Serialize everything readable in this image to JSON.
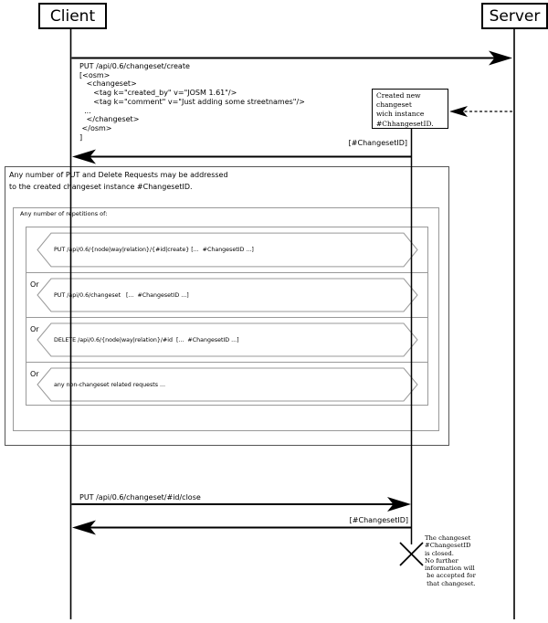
{
  "actors": {
    "client": "Client",
    "server": "Server"
  },
  "messages": {
    "create_request": "PUT /api/0.6/changeset/create\n[<osm>\n   <changeset>\n      <tag k=\"created_by\" v=\"JOSM 1.61\"/>\n      <tag k=\"comment\" v=\"Just adding some streetnames\"/>\n  ...\n   </changeset>\n </osm>\n]",
    "create_response_label": "[#ChangesetID]",
    "close_request": "PUT /api/0.6/changeset/#id/close",
    "close_response_label": "[#ChangesetID]"
  },
  "notes": {
    "created_note": "Created new\nchangeset\nwich instance\n#ChhangesetID.",
    "closed_note": "The changeset\n#ChangesetID\nis closed.\nNo further\ninformation will\n be accepted for\n that changeset."
  },
  "fragment": {
    "title": "Any number of PUT and Delete Requests may be addressed\nto the created changeset instance #ChangesetID.",
    "repetition_label": "Any number of repetitions of:",
    "rows": [
      {
        "or_label": "",
        "message": "PUT /api/0.6/{node|way|relation}/{#id|create} [...  #ChangesetID ...]"
      },
      {
        "or_label": "Or",
        "message": "PUT /api/0.6/changeset   [...  #ChangesetID ...]"
      },
      {
        "or_label": "Or",
        "message": "DELETE /api/0.6/{node|way|relation}/#id  [...  #ChangesetID ...]"
      },
      {
        "or_label": "Or",
        "message": "any non-changeset related requests ..."
      }
    ]
  },
  "colors": {
    "line": "#000000",
    "outer_border": "#555555",
    "inner_border": "#999999",
    "background": "#ffffff"
  }
}
